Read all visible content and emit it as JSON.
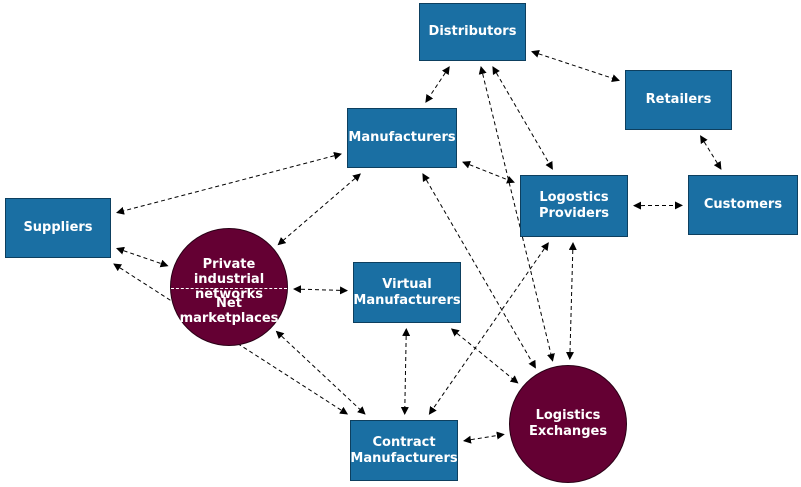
{
  "diagram": {
    "nodes": [
      {
        "id": "distributors",
        "label": "Distributors",
        "shape": "box"
      },
      {
        "id": "retailers",
        "label": "Retailers",
        "shape": "box"
      },
      {
        "id": "manufacturers",
        "label": "Manufacturers",
        "shape": "box"
      },
      {
        "id": "suppliers",
        "label": "Suppliers",
        "shape": "box"
      },
      {
        "id": "logistics_providers",
        "label": "Logostics\nProviders",
        "shape": "box"
      },
      {
        "id": "customers",
        "label": "Customers",
        "shape": "box"
      },
      {
        "id": "virtual_manufacturers",
        "label": "Virtual\nManufacturers",
        "shape": "box"
      },
      {
        "id": "contract_manufacturers",
        "label": "Contract\nManufacturers",
        "shape": "box"
      },
      {
        "id": "private_net",
        "label_top": "Private\nindustrial networks",
        "label_bottom": "Net\nmarketplaces",
        "shape": "split-circle"
      },
      {
        "id": "logistics_exchanges",
        "label": "Logistics\nExchanges",
        "shape": "circle"
      }
    ],
    "edges": [
      {
        "from": "distributors",
        "to": "retailers"
      },
      {
        "from": "distributors",
        "to": "manufacturers"
      },
      {
        "from": "distributors",
        "to": "logistics_providers"
      },
      {
        "from": "distributors",
        "to": "logistics_exchanges"
      },
      {
        "from": "retailers",
        "to": "customers"
      },
      {
        "from": "logistics_providers",
        "to": "customers"
      },
      {
        "from": "manufacturers",
        "to": "suppliers"
      },
      {
        "from": "manufacturers",
        "to": "private_net"
      },
      {
        "from": "manufacturers",
        "to": "logistics_providers"
      },
      {
        "from": "manufacturers",
        "to": "logistics_exchanges"
      },
      {
        "from": "suppliers",
        "to": "private_net"
      },
      {
        "from": "suppliers",
        "to": "contract_manufacturers"
      },
      {
        "from": "private_net",
        "to": "virtual_manufacturers"
      },
      {
        "from": "private_net",
        "to": "contract_manufacturers"
      },
      {
        "from": "virtual_manufacturers",
        "to": "contract_manufacturers"
      },
      {
        "from": "virtual_manufacturers",
        "to": "logistics_exchanges"
      },
      {
        "from": "logistics_providers",
        "to": "contract_manufacturers"
      },
      {
        "from": "logistics_providers",
        "to": "logistics_exchanges"
      },
      {
        "from": "contract_manufacturers",
        "to": "logistics_exchanges"
      }
    ],
    "colors": {
      "box_fill": "#1a6fa3",
      "circle_fill": "#640033",
      "edge": "#000000"
    }
  }
}
